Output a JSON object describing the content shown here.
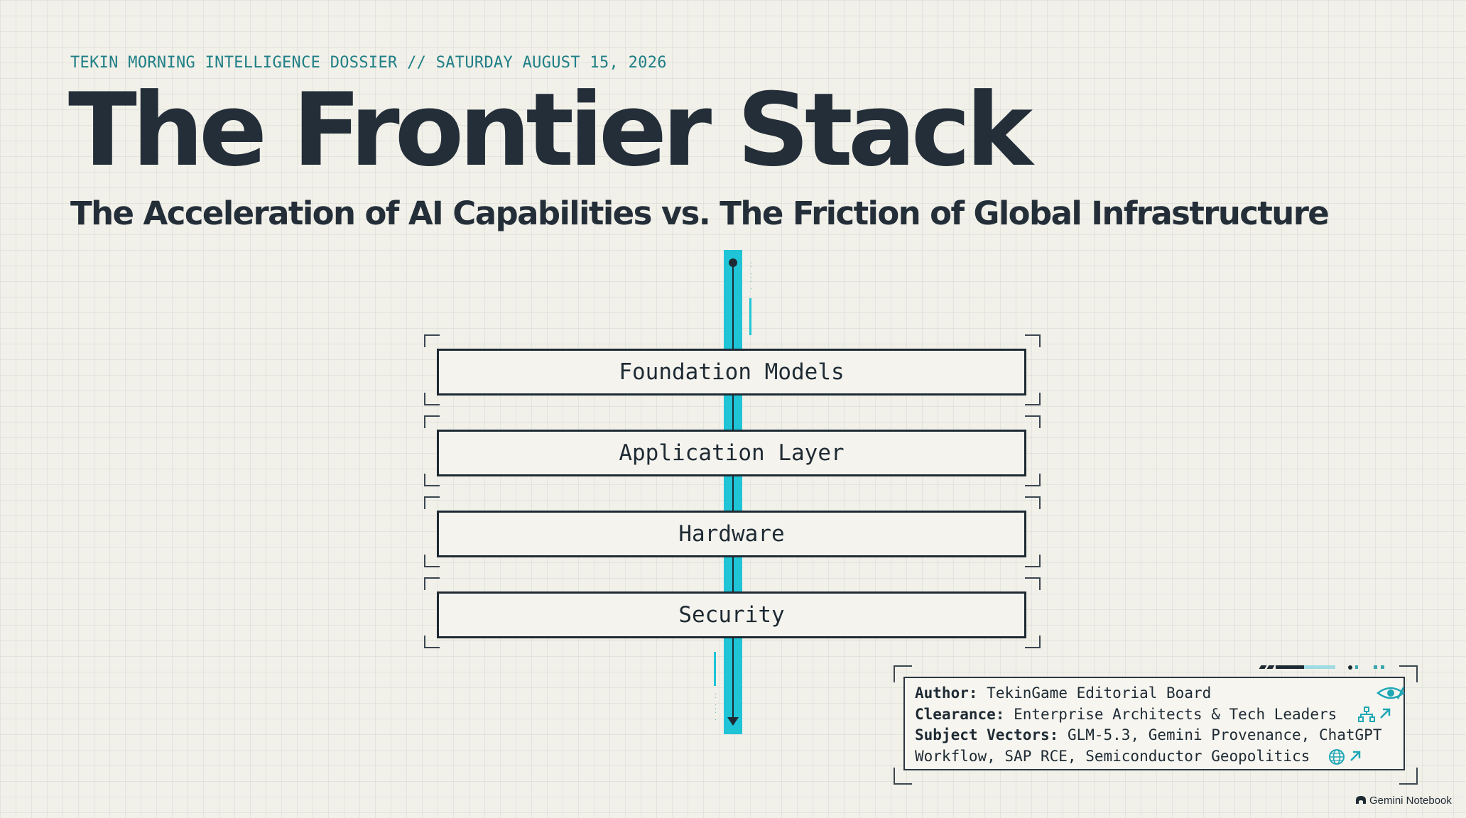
{
  "header": {
    "kicker": "TEKIN MORNING INTELLIGENCE DOSSIER // SATURDAY AUGUST 15, 2026",
    "title": "The Frontier Stack",
    "subtitle": "The Acceleration of AI Capabilities vs. The Friction of Global Infrastructure"
  },
  "stack": {
    "layers": [
      {
        "label": "Foundation Models"
      },
      {
        "label": "Application Layer"
      },
      {
        "label": "Hardware"
      },
      {
        "label": "Security"
      }
    ]
  },
  "meta": {
    "author_label": "Author:",
    "author_value": "TekinGame Editorial Board",
    "clearance_label": "Clearance:",
    "clearance_value": "Enterprise Architects & Tech Leaders",
    "subject_label": "Subject Vectors:",
    "subject_value_line1": "GLM-5.3, Gemini Provenance, ChatGPT",
    "subject_value_line2": "Workflow, SAP RCE, Semiconductor Geopolitics",
    "icons": [
      "eye-icon",
      "network-icon",
      "arrow-up-right-icon",
      "globe-icon"
    ]
  },
  "footer": {
    "brand": "Gemini Notebook"
  },
  "colors": {
    "accent": "#1fc4d6",
    "ink": "#1e2a33",
    "kicker": "#1f7f86",
    "background": "#f1f0e9"
  }
}
